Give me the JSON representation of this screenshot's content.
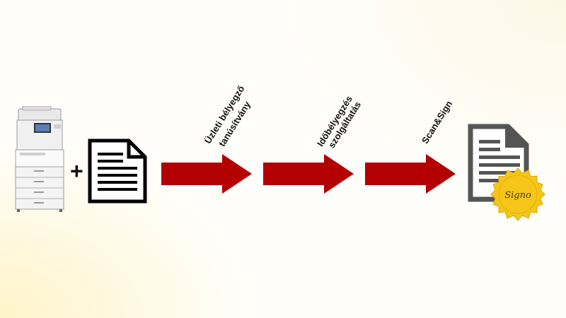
{
  "diagram": {
    "plus_symbol": "+",
    "steps": [
      {
        "label_line1": "Üzleti bélyegző",
        "label_line2": "tanúsítvány",
        "arrow_color": "#b30000"
      },
      {
        "label_line1": "Időbélyegzés",
        "label_line2": "szolgáltatás",
        "arrow_color": "#b30000"
      },
      {
        "label_line1": "Scan&Sign",
        "label_line2": "",
        "arrow_color": "#b30000"
      }
    ],
    "seal_text": "Signo",
    "icons": {
      "printer": "multifunction-printer-icon",
      "document": "document-icon",
      "signed_document": "signed-document-icon",
      "seal": "seal-icon"
    },
    "colors": {
      "arrow": "#b30000",
      "seal": "#f5c518",
      "document_gray": "#555555"
    }
  }
}
